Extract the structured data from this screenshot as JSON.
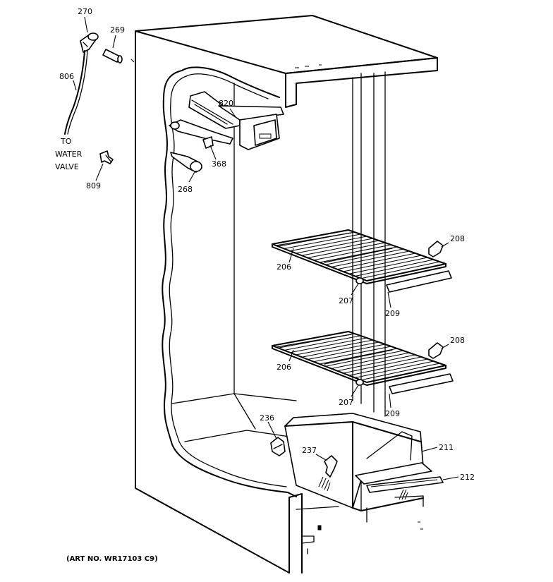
{
  "callouts": {
    "c270": "270",
    "c269": "269",
    "c806": "806",
    "c809": "809",
    "c820": "820",
    "c368": "368",
    "c268": "268",
    "c206a": "206",
    "c206b": "206",
    "c207a": "207",
    "c207b": "207",
    "c208a": "208",
    "c208b": "208",
    "c209a": "209",
    "c209b": "209",
    "c236": "236",
    "c237": "237",
    "c211": "211",
    "c212": "212"
  },
  "note": {
    "line1": "TO",
    "line2": "WATER",
    "line3": "VALVE"
  },
  "art_number": "(ART NO. WR17103 C9)"
}
